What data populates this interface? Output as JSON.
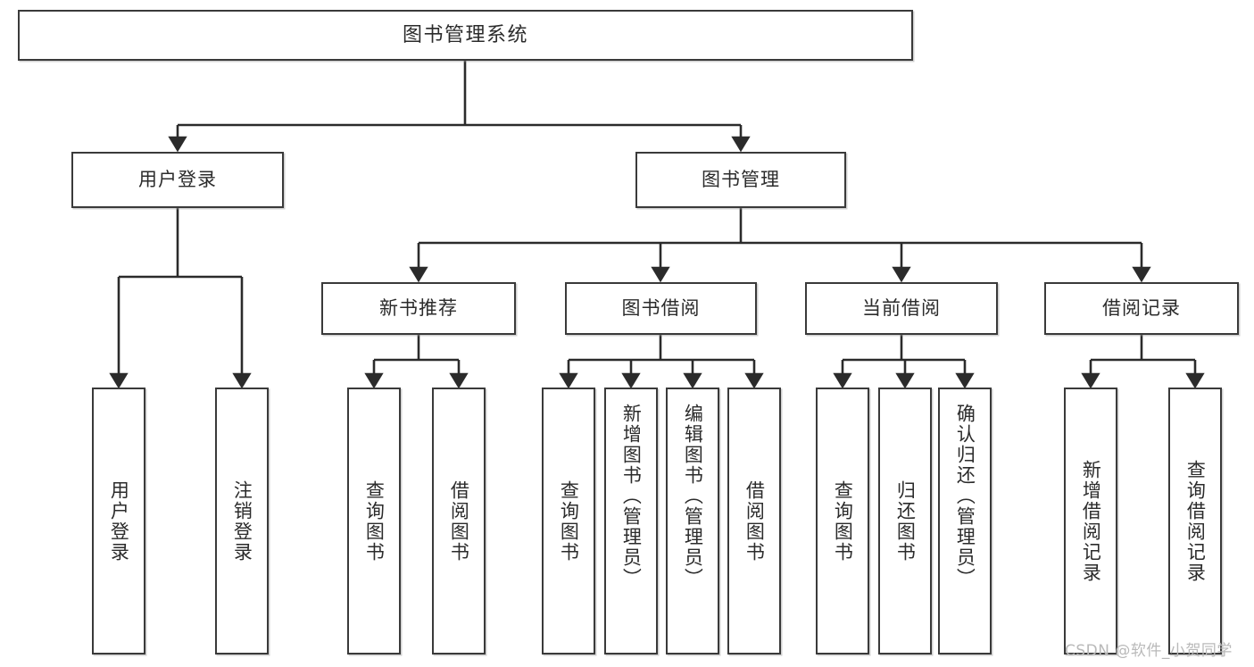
{
  "diagram": {
    "title": "图书管理系统",
    "type": "hierarchy-tree",
    "watermark": "CSDN @软件_小贺同学",
    "colors": {
      "box_border": "#3a3a3a",
      "box_fill": "#ffffff",
      "connector": "#2b2b2b",
      "text": "#2b2b2b",
      "watermark": "#b9b9b9",
      "background": "#ffffff"
    },
    "root": {
      "label": "图书管理系统"
    },
    "level2": [
      {
        "id": "user-login",
        "label": "用户登录"
      },
      {
        "id": "book-manage",
        "label": "图书管理"
      }
    ],
    "level3": [
      {
        "id": "new-book-recommend",
        "label": "新书推荐"
      },
      {
        "id": "book-borrow",
        "label": "图书借阅"
      },
      {
        "id": "current-borrow",
        "label": "当前借阅"
      },
      {
        "id": "borrow-record",
        "label": "借阅记录"
      }
    ],
    "leaves": {
      "user_login": [
        {
          "id": "leaf-user-login",
          "label": "用户登录"
        },
        {
          "id": "leaf-logout-login",
          "label": "注销登录"
        }
      ],
      "new_book_recommend": [
        {
          "id": "leaf-query-book-1",
          "label": "查询图书"
        },
        {
          "id": "leaf-borrow-book-1",
          "label": "借阅图书"
        }
      ],
      "book_borrow": [
        {
          "id": "leaf-query-book-2",
          "label": "查询图书"
        },
        {
          "id": "leaf-add-book",
          "label": "新增图书（管理员）"
        },
        {
          "id": "leaf-edit-book",
          "label": "编辑图书（管理员）"
        },
        {
          "id": "leaf-borrow-book-2",
          "label": "借阅图书"
        }
      ],
      "current_borrow": [
        {
          "id": "leaf-query-book-3",
          "label": "查询图书"
        },
        {
          "id": "leaf-return-book",
          "label": "归还图书"
        },
        {
          "id": "leaf-confirm-return",
          "label": "确认归还（管理员）"
        }
      ],
      "borrow_record": [
        {
          "id": "leaf-add-record",
          "label": "新增借阅记录"
        },
        {
          "id": "leaf-query-record",
          "label": "查询借阅记录"
        }
      ]
    }
  }
}
